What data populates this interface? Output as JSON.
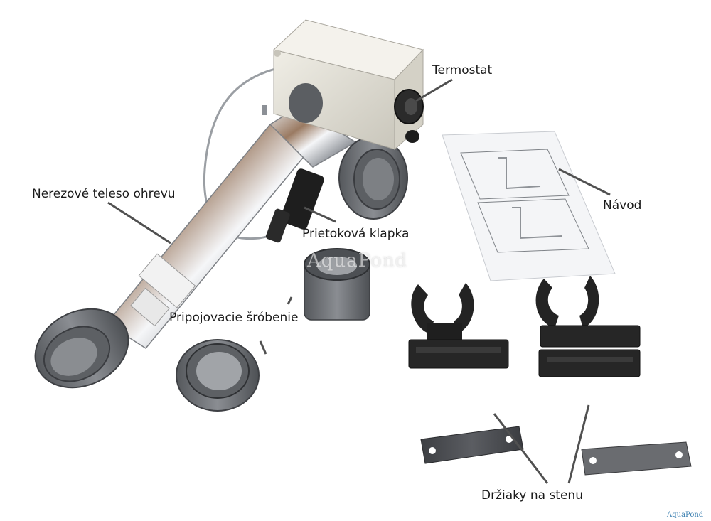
{
  "labels": {
    "termostat": "Termostat",
    "navod": "Návod",
    "teleso": "Nerezové teleso ohrevu",
    "klapka": "Prietoková klapka",
    "srobenie": "Pripojovacie šróbenie",
    "drziaky": "Držiaky na stenu"
  },
  "watermarks": {
    "center": "AquaPond",
    "corner": "AquaPond"
  },
  "colors": {
    "background": "#ffffff",
    "steel": "#b8bcc2",
    "pvc_gray": "#6e7176",
    "box_beige": "#e6e3d8",
    "plastic_black": "#1f1f1f",
    "paper": "#f4f5f7",
    "metal_plate": "#4a4c50",
    "leader_line": "#505050",
    "watermark_corner": "#3a7fb0"
  }
}
